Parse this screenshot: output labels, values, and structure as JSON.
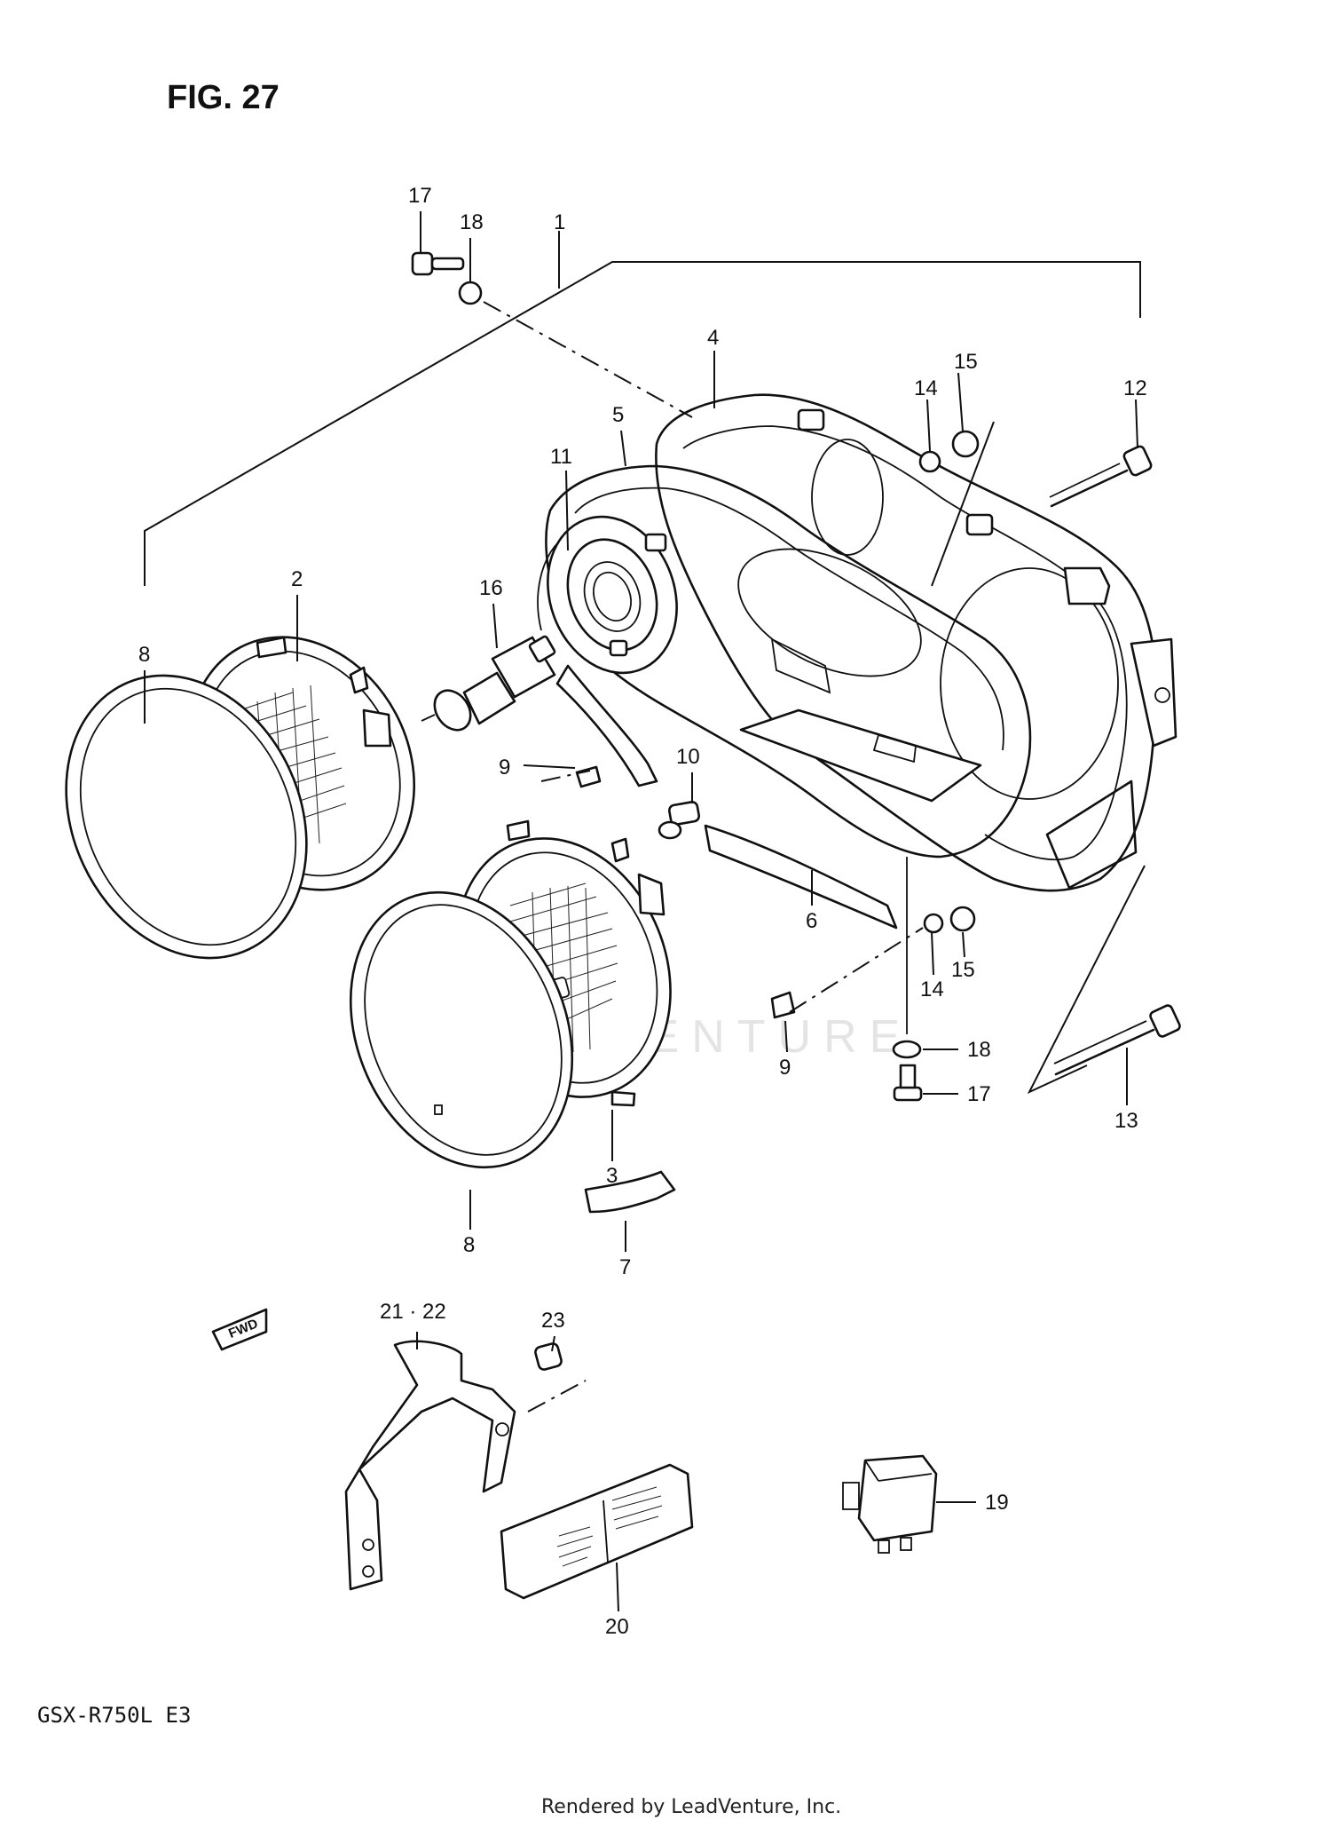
{
  "figure": {
    "title": "FIG. 27",
    "model_code": "GSX-R750L  E3",
    "rendered_by": "Rendered by LeadVenture, Inc.",
    "watermark": "LEADVENTURE",
    "fwd_label": "FWD"
  },
  "callouts": {
    "c17a": "17",
    "c18a": "18",
    "c1": "1",
    "c4": "4",
    "c15a": "15",
    "c14a": "14",
    "c12": "12",
    "c5": "5",
    "c11": "11",
    "c16": "16",
    "c2": "2",
    "c8a": "8",
    "c9a": "9",
    "c10": "10",
    "c6": "6",
    "c14b": "14",
    "c15b": "15",
    "c9b": "9",
    "c18b": "18",
    "c17b": "17",
    "c13": "13",
    "c3": "3",
    "c7": "7",
    "c8b": "8",
    "c2122": "21 · 22",
    "c23": "23",
    "c19": "19",
    "c20": "20"
  }
}
